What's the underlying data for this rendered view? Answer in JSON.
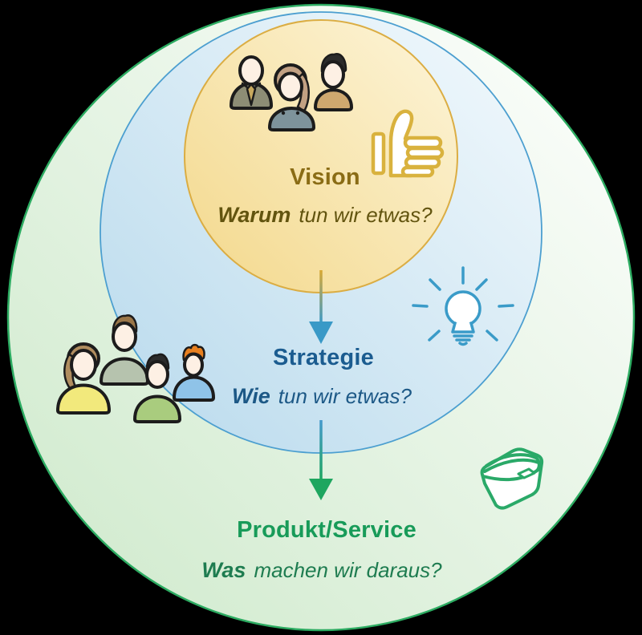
{
  "background": "#000000",
  "skin_tone": "#fdf0e4",
  "outline_color": "#1c1c1c",
  "circles": {
    "vision": {
      "label": "Vision",
      "question_emphasis": "Warum",
      "question_rest": "tun wir etwas?",
      "border": "#dbad43",
      "fill_light": "#fdf5da",
      "fill_dark": "#f3d88b",
      "title_color": "#8a6c15",
      "question_color": "#62540f"
    },
    "strategie": {
      "label": "Strategie",
      "question_emphasis": "Wie",
      "question_rest": "tun wir etwas?",
      "border": "#4c9fd0",
      "fill_light": "#f4fafd",
      "fill_dark": "#b7d9ec",
      "title_color": "#1b5c90",
      "question_color": "#1c5886"
    },
    "produkt": {
      "label": "Produkt/Service",
      "question_emphasis": "Was",
      "question_rest": "machen wir daraus?",
      "border": "#2cab61",
      "fill_light": "#ffffff",
      "fill_dark": "#cde9ca",
      "title_color": "#189b59",
      "question_color": "#1e7c50"
    }
  },
  "arrows": {
    "vision_to_strategie": {
      "stem_start": "#d9a832",
      "stem_end": "#3999c7",
      "head": "#3999c7"
    },
    "strategie_to_produkt": {
      "stem_start": "#4599cd",
      "stem_end": "#1ea65f",
      "head": "#1ea65f"
    }
  },
  "icons": {
    "thumbs_up_color": "#d9b23e",
    "lightbulb_color": "#3a9bc8",
    "package_color": "#2aa968"
  },
  "people": {
    "vision_group": [
      {
        "desc": "man in gray suit with tie",
        "shirt": "#8d8d75",
        "tie": "#c8a95e"
      },
      {
        "desc": "woman with brown hair",
        "shirt": "#7e939b",
        "hair": "#c2a183"
      },
      {
        "desc": "person with black hair",
        "shirt": "#cea86f",
        "hair": "#2b2b2b"
      }
    ],
    "strategie_group": [
      {
        "desc": "woman with ponytail in yellow",
        "shirt": "#f2e97c",
        "hair": "#b08d5f"
      },
      {
        "desc": "man with brown hair",
        "shirt": "#b6c3ae",
        "hair": "#9a7648"
      },
      {
        "desc": "person with black hair in green",
        "shirt": "#a9cc7e",
        "hair": "#2b2b2b"
      },
      {
        "desc": "person with orange hair in blue",
        "shirt": "#8fc3e8",
        "hair": "#e8801f"
      }
    ]
  }
}
